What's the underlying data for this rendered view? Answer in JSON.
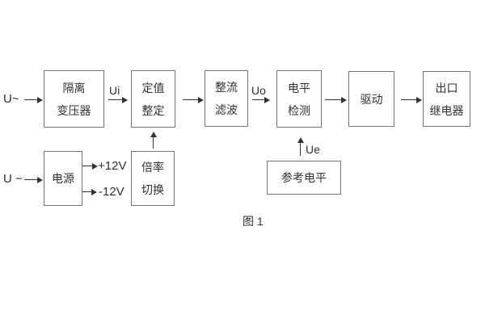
{
  "diagram": {
    "caption": "图 1",
    "inputs": {
      "u_ac": "U~",
      "u_dc": "U −"
    },
    "signal_labels": {
      "ui": "Ui",
      "uo": "Uo",
      "ue": "Ue"
    },
    "power_rails": {
      "plus": "+12V",
      "minus": "-12V"
    },
    "blocks": [
      {
        "id": "isolation-transformer",
        "lines": [
          "隔离",
          "变压器"
        ]
      },
      {
        "id": "setpoint-setting",
        "lines": [
          "定值",
          "整定"
        ]
      },
      {
        "id": "rectify-filter",
        "lines": [
          "整流",
          "滤波"
        ]
      },
      {
        "id": "level-detection",
        "lines": [
          "电平",
          "检测"
        ]
      },
      {
        "id": "driver",
        "lines": [
          "驱动"
        ]
      },
      {
        "id": "output-relay",
        "lines": [
          "出口",
          "继电器"
        ]
      },
      {
        "id": "power-supply",
        "lines": [
          "电源"
        ]
      },
      {
        "id": "ratio-switch",
        "lines": [
          "倍率",
          "切换"
        ]
      },
      {
        "id": "reference-level",
        "lines": [
          "参考电平"
        ]
      }
    ],
    "colors": {
      "background": "#ffffff",
      "box_border": "#757575",
      "text": "#303030",
      "arrow": "#333333"
    }
  }
}
